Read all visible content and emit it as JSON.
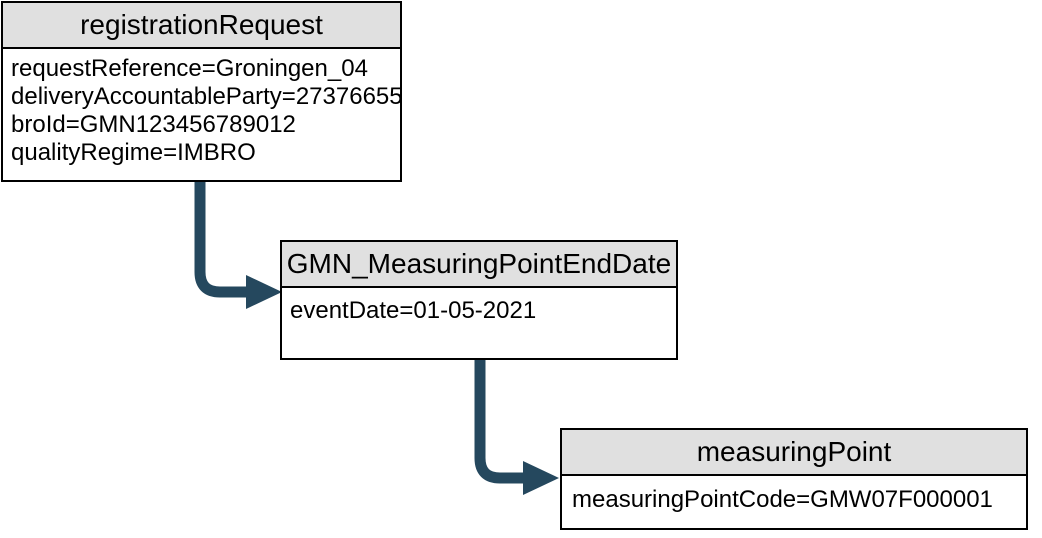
{
  "colors": {
    "arrow": "#25485e",
    "header-bg": "#e0e0e0",
    "border": "#000000",
    "text": "#000000",
    "canvas-bg": "#ffffff"
  },
  "diagram": {
    "type": "flow-diagram",
    "nodes": [
      {
        "title": "registrationRequest",
        "attributes": [
          "requestReference=Groningen_04",
          "deliveryAccountableParty=27376655",
          "broId=GMN123456789012",
          "qualityRegime=IMBRO"
        ]
      },
      {
        "title": "GMN_MeasuringPointEndDate",
        "attributes": [
          "eventDate=01-05-2021"
        ]
      },
      {
        "title": "measuringPoint",
        "attributes": [
          "measuringPointCode=GMW07F000001"
        ]
      }
    ],
    "edges": [
      {
        "from": "registrationRequest",
        "to": "GMN_MeasuringPointEndDate"
      },
      {
        "from": "GMN_MeasuringPointEndDate",
        "to": "measuringPoint"
      }
    ]
  }
}
